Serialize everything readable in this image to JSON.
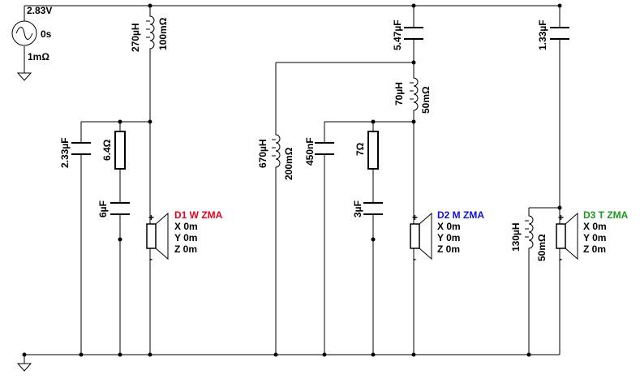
{
  "source": {
    "voltage": "2.83V",
    "phase": "0s",
    "resistance": "1mΩ"
  },
  "components": {
    "l_270": {
      "value": "270µH",
      "resistance": "100mΩ"
    },
    "c_547": {
      "value": "5.47µF"
    },
    "c_133": {
      "value": "1.33µF"
    },
    "l_70": {
      "value": "70µH",
      "resistance": "50mΩ"
    },
    "c_233": {
      "value": "2.33µF"
    },
    "r_64": {
      "value": "6.4Ω"
    },
    "c_6": {
      "value": "6µF"
    },
    "l_670": {
      "value": "670µH",
      "resistance": "200mΩ"
    },
    "c_450": {
      "value": "450nF"
    },
    "r_7": {
      "value": "7Ω"
    },
    "c_3": {
      "value": "3µF"
    },
    "l_130": {
      "value": "130µH",
      "resistance": "50mΩ"
    }
  },
  "drivers": [
    {
      "name": "D1 W ZMA",
      "color": "#e8001c",
      "x": "X 0m",
      "y": "Y 0m",
      "z": "Z 0m",
      "plus": "+",
      "minus": "-"
    },
    {
      "name": "D2 M ZMA",
      "color": "#1010e0",
      "x": "X 0m",
      "y": "Y 0m",
      "z": "Z 0m",
      "plus": "+",
      "minus": "-"
    },
    {
      "name": "D3 T ZMA",
      "color": "#1a9a1a",
      "x": "X 0m",
      "y": "Y 0m",
      "z": "Z 0m",
      "plus": "+",
      "minus": "-"
    }
  ]
}
